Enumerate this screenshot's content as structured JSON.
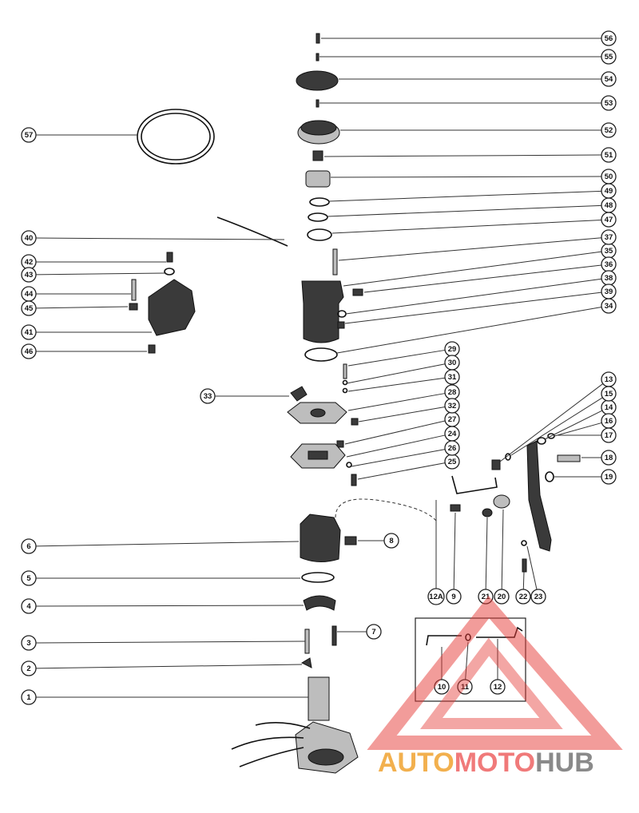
{
  "callouts": [
    "1",
    "2",
    "3",
    "4",
    "5",
    "6",
    "7",
    "8",
    "9",
    "10",
    "11",
    "12",
    "12A",
    "13",
    "14",
    "15",
    "16",
    "17",
    "18",
    "19",
    "20",
    "21",
    "22",
    "23",
    "24",
    "25",
    "26",
    "27",
    "28",
    "29",
    "30",
    "31",
    "32",
    "33",
    "34",
    "35",
    "36",
    "37",
    "38",
    "39",
    "40",
    "41",
    "42",
    "43",
    "44",
    "45",
    "46",
    "47",
    "48",
    "49",
    "50",
    "51",
    "52",
    "53",
    "54",
    "55",
    "56",
    "57"
  ],
  "watermark": {
    "part1": "AUTO",
    "part2": "MOTO",
    "part3": "HUB"
  },
  "colors": {
    "ink": "#222222",
    "watermark_red": "#e53935",
    "watermark_orange": "#f2b04e",
    "watermark_gray": "#8a8a8a"
  }
}
